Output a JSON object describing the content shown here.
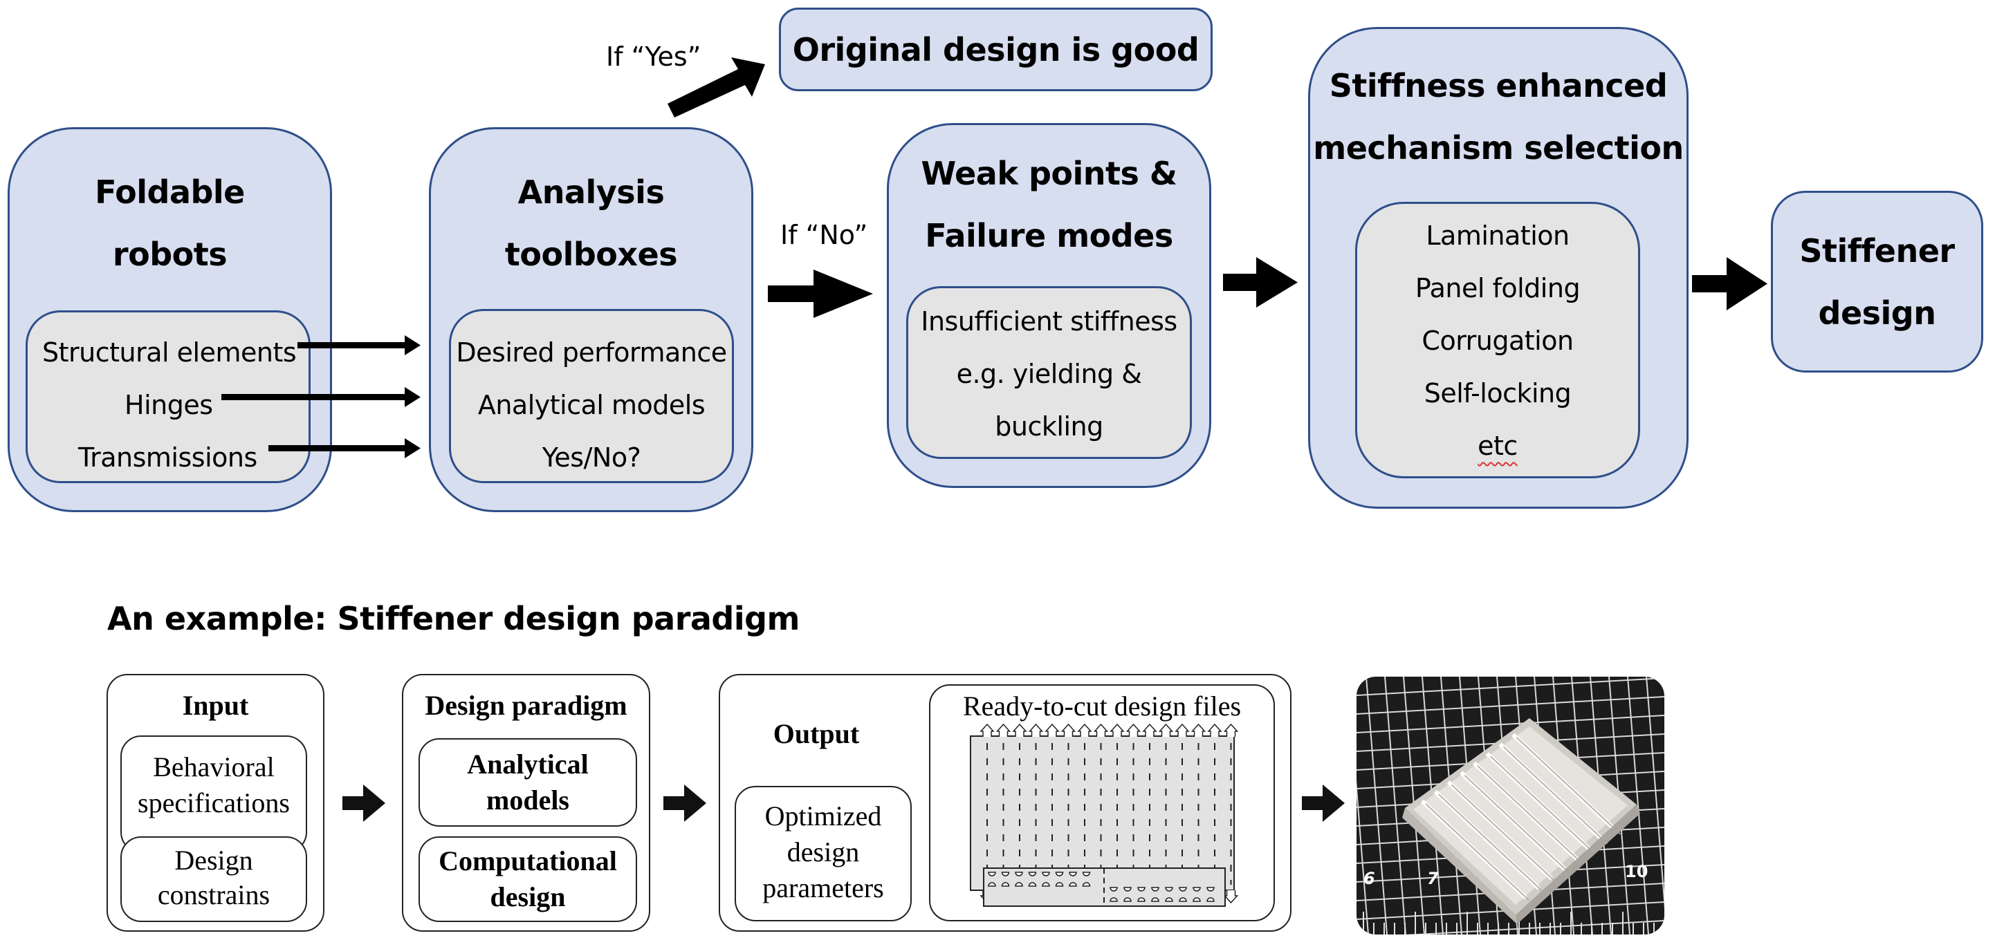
{
  "flow": {
    "foldable_robots": {
      "title_line1": "Foldable",
      "title_line2": "robots",
      "items": [
        "Structural elements",
        "Hinges",
        "Transmissions"
      ]
    },
    "analysis_toolboxes": {
      "title_line1": "Analysis",
      "title_line2": "toolboxes",
      "items": [
        "Desired performance",
        "Analytical models",
        "Yes/No?"
      ]
    },
    "if_yes_label": "If “Yes”",
    "if_no_label": "If “No”",
    "original_design": {
      "title": "Original design is good"
    },
    "weak_points": {
      "title_line1": "Weak points &",
      "title_line2": "Failure modes",
      "items": [
        "Insufficient stiffness",
        "e.g. yielding &",
        "buckling"
      ]
    },
    "stiffness_selection": {
      "title_line1": "Stiffness enhanced",
      "title_line2": "mechanism selection",
      "items": [
        "Lamination",
        "Panel folding",
        "Corrugation",
        "Self-locking",
        "etc"
      ]
    },
    "stiffener_design": {
      "title_line1": "Stiffener",
      "title_line2": "design"
    }
  },
  "example": {
    "heading": "An example: Stiffener design paradigm",
    "input": {
      "title": "Input",
      "boxes": [
        {
          "line1": "Behavioral",
          "line2": "specifications"
        },
        {
          "line1": "Design",
          "line2": "constrains"
        }
      ]
    },
    "paradigm": {
      "title": "Design paradigm",
      "boxes": [
        {
          "line1": "Analytical",
          "line2": "models"
        },
        {
          "line1": "Computational",
          "line2": "design"
        }
      ]
    },
    "output": {
      "title": "Output",
      "params": {
        "line1": "Optimized",
        "line2": "design",
        "line3": "parameters"
      },
      "files_title": "Ready-to-cut design files"
    },
    "photo": {
      "ruler_labels": [
        "6",
        "7",
        "10"
      ]
    }
  },
  "colors": {
    "box_fill": "#d7deef",
    "box_border": "#2f4f8a",
    "inner_fill": "#e4e4e4",
    "arrow": "#000000"
  }
}
